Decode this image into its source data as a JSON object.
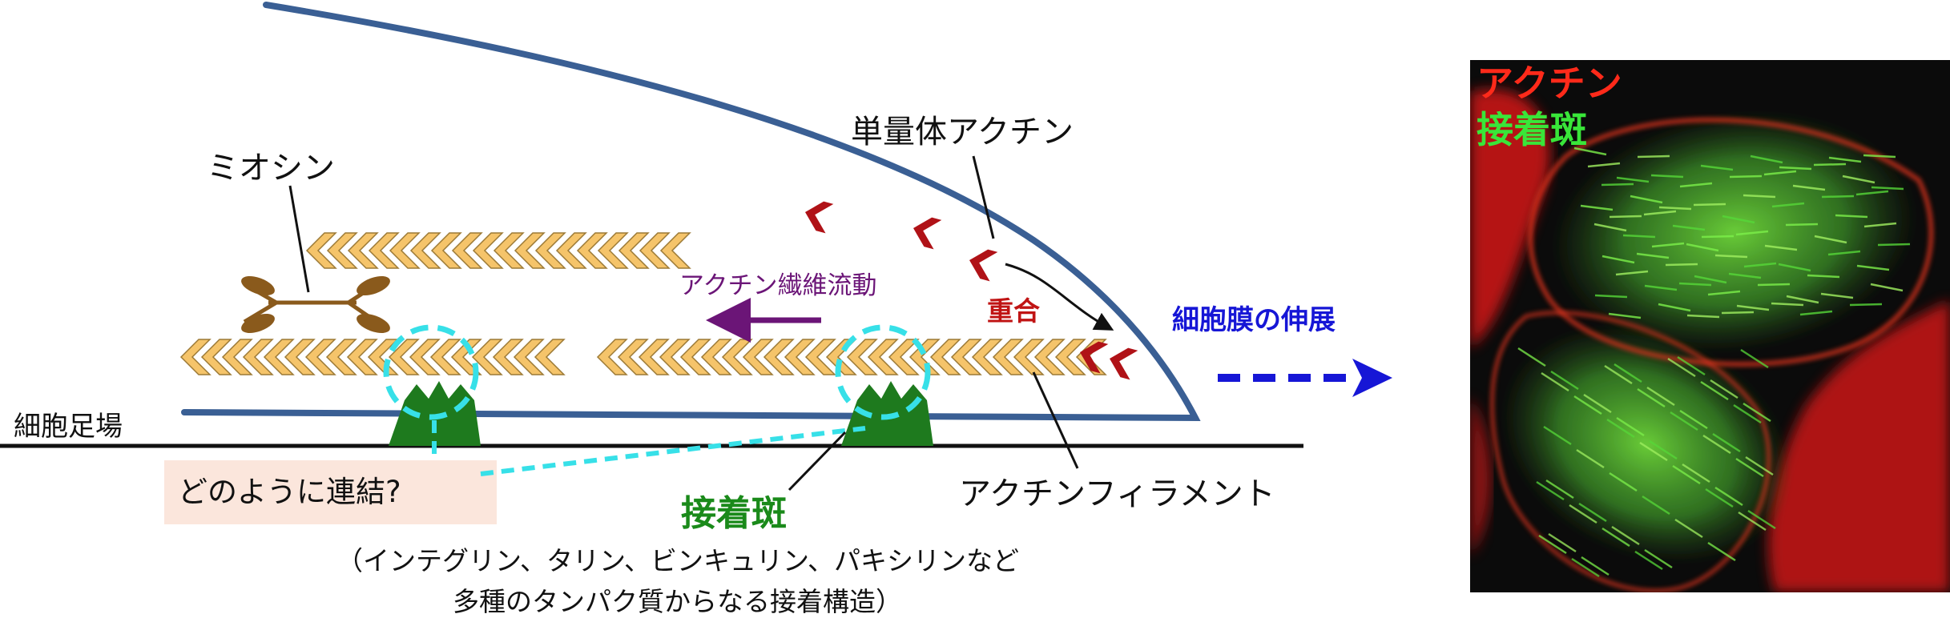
{
  "labels": {
    "myosin": "ミオシン",
    "monomer_actin": "単量体アクチン",
    "actin_flow": "アクチン繊維流動",
    "polymerization": "重合",
    "membrane_extension": "細胞膜の伸展",
    "scaffold": "細胞足場",
    "question": "どのように連結?",
    "focal_adhesion": "接着斑",
    "focal_adhesion_desc_1": "（インテグリン、タリン、ビンキュリン、パキシリンなど",
    "focal_adhesion_desc_2": "多種のタンパク質からなる接着構造）",
    "actin_filament": "アクチンフィラメント"
  },
  "micrograph": {
    "label_actin": "アクチン",
    "label_adhesion": "接着斑",
    "label_actin_color": "#ff2a1a",
    "label_adhesion_color": "#39e639"
  },
  "colors": {
    "membrane": "#3a5f94",
    "actin_fill": "#f5c46a",
    "actin_stroke": "#9c7a36",
    "monomer": "#b01217",
    "adhesion": "#1e7a1e",
    "dashed_circle": "#37e0e8",
    "myosin": "#8a5a1c",
    "flow_arrow": "#6b1577",
    "extension_arrow": "#1616d6",
    "polymerization_text": "#c01414",
    "focal_adhesion_text": "#1a8a1a"
  },
  "icons": [
    "myosin-motor-icon",
    "actin-monomer-icon",
    "focal-adhesion-icon",
    "dashed-link-icon",
    "extension-arrow-icon"
  ]
}
